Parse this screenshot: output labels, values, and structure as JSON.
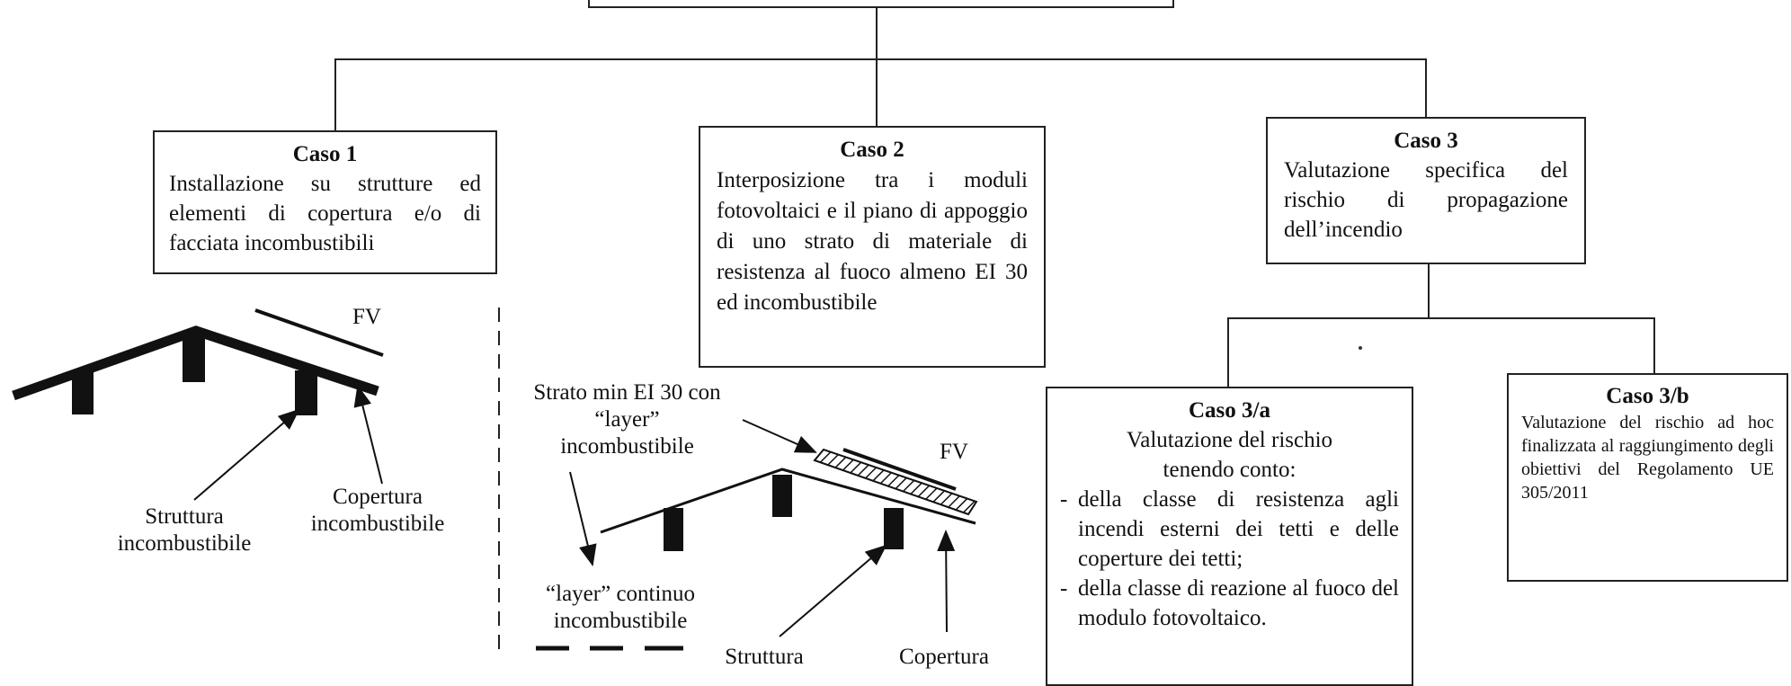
{
  "case1": {
    "title": "Caso 1",
    "text": "Installazione su strutture ed elementi di copertura e/o di facciata incombustibili"
  },
  "case2": {
    "title": "Caso 2",
    "text": "Interposizione tra i moduli fotovoltaici e il piano di appoggio di uno strato di materiale di resistenza al fuoco almeno EI 30 ed incombustibile"
  },
  "case3": {
    "title": "Caso 3",
    "text": "Valutazione specifica del rischio di propagazione dell’incendio"
  },
  "case3a": {
    "title": "Caso 3/a",
    "intro": "Valutazione del rischio tenendo conto:",
    "items": [
      "della classe di resistenza agli incendi esterni dei tetti e delle coperture dei tetti;",
      "della classe di reazione al fuoco del modulo fotovoltaico."
    ]
  },
  "case3b": {
    "title": "Caso 3/b",
    "text": "Valutazione del rischio ad hoc finalizzata al raggiungimento degli obiettivi del Regolamento UE 305/2011"
  },
  "fig1": {
    "fv": "FV",
    "struttura": "Struttura incombustibile",
    "copertura": "Copertura incombustibile"
  },
  "fig2": {
    "fv": "FV",
    "strato": "Strato min EI 30 con “layer” incombustibile",
    "layer": "“layer” continuo incombustibile",
    "struttura": "Struttura",
    "copertura": "Copertura"
  }
}
